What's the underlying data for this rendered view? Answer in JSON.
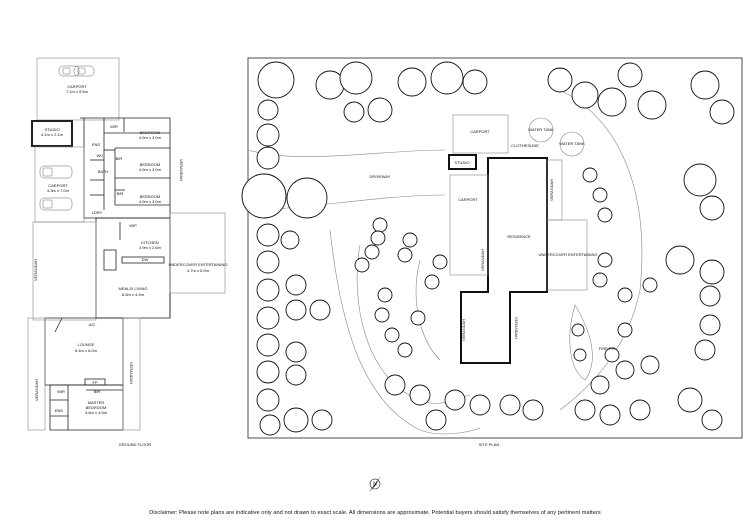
{
  "floor_plan": {
    "caption": "GROUND FLOOR",
    "rooms": {
      "carport_top": {
        "name": "CARPORT",
        "dims": "7.1m x 5.5m"
      },
      "studio": {
        "name": "STUDIO",
        "dims": "4.1m x 2.1m"
      },
      "wir_top": {
        "name": "WIR"
      },
      "bedroom_1": {
        "name": "BEDROOM",
        "dims": "4.5m x 3.0m"
      },
      "ens_top": {
        "name": "ENS"
      },
      "bedroom_2": {
        "name": "BEDROOM",
        "dims": "4.5m x 3.0m"
      },
      "wc": {
        "name": "WC"
      },
      "bath": {
        "name": "BATH"
      },
      "bir_1": {
        "name": "BIR"
      },
      "carport_left": {
        "name": "CARPORT",
        "dims": "4.3m x 7.0m"
      },
      "bedroom_3": {
        "name": "BEDROOM",
        "dims": "4.5m x 3.0m"
      },
      "bir_2": {
        "name": "BIR"
      },
      "laundry": {
        "name": "LDRY"
      },
      "wip": {
        "name": "WIP"
      },
      "kitchen": {
        "name": "KITCHEN",
        "dims": "4.9m x 2.6m"
      },
      "dw": {
        "name": "DW"
      },
      "veranda_left": {
        "name": "VERANDAH"
      },
      "veranda_right": {
        "name": "VERANDAH"
      },
      "undercover": {
        "name": "UNDERCOVER ENTERTAINING",
        "dims": "4.7m x 6.9m"
      },
      "meals": {
        "name": "MEALS/ LIVING",
        "dims": "8.5m x 4.9m"
      },
      "ac": {
        "name": "A/C"
      },
      "lounge": {
        "name": "LOUNGE",
        "dims": "6.4m x 6.0m"
      },
      "veranda_lounge_l": {
        "name": "VERANDAH"
      },
      "veranda_lounge_r": {
        "name": "VERANDAH"
      },
      "fp": {
        "name": "FP"
      },
      "bir_3": {
        "name": "BIR"
      },
      "wir_bottom": {
        "name": "WIR"
      },
      "ens_bottom": {
        "name": "ENS"
      },
      "master": {
        "name": "MASTER BEDROOM",
        "dims": "4.6m x 4.5m"
      }
    }
  },
  "site_plan": {
    "caption": "SITE PLAN",
    "labels": {
      "carport": "CARPORT",
      "water_tank_1": "WATER TANK",
      "water_tank_2": "WATER TANK",
      "clothesline": "CLOTHESLINE",
      "studio": "STUDIO",
      "driveway": "DRIVEWAY",
      "carport_2": "CARPORT",
      "residence": "RESIDENCE",
      "verandah_1": "VERANDAH",
      "verandah_2": "VERANDAH",
      "verandah_3": "VERANDAH",
      "verandah_4": "VERANDAH",
      "undercover": "UNDERCOVER ENTERTAINING",
      "fire_pit": "FIRE PIT"
    }
  },
  "compass": {
    "letter": "N"
  },
  "disclaimer": "Disclaimer: Please note plans are indicative only and not drawn to exact scale. All dimensions are approximate. Potential buyers should satisfy themselves of any pertinent matters",
  "colors": {
    "line": "#222222",
    "grey_line": "#888888",
    "hatch": "#cccccc",
    "tree": "#ffffff"
  }
}
